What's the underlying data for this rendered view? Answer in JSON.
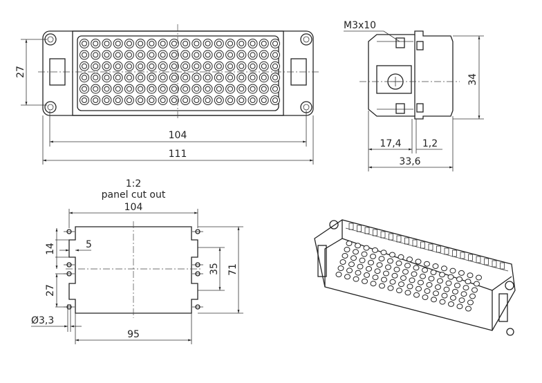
{
  "front_view": {
    "dim_height": "27",
    "dim_inner_width": "104",
    "dim_outer_width": "111",
    "pin_rows": 6,
    "pin_cols": 18
  },
  "side_view": {
    "screw_label": "M3x10",
    "dim_height": "34",
    "dim_depth_a": "17,4",
    "dim_depth_b": "1,2",
    "dim_total": "33,6"
  },
  "panel_cutout": {
    "scale": "1:2",
    "title": "panel cut out",
    "dim_width": "104",
    "dim_14": "14",
    "dim_5": "5",
    "dim_27": "27",
    "dim_hole": "Ø3,3",
    "dim_95": "95",
    "dim_35": "35",
    "dim_71": "71"
  }
}
